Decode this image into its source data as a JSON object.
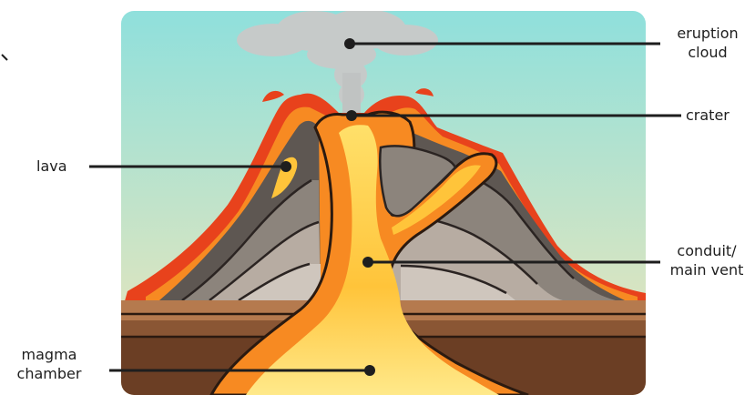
{
  "diagram": {
    "labels": {
      "eruption_cloud": [
        "eruption",
        "cloud"
      ],
      "crater": "crater",
      "lava": "lava",
      "conduit": [
        "conduit/",
        "main vent"
      ],
      "magma_chamber": [
        "magma",
        "chamber"
      ]
    },
    "colors": {
      "sky_top": "#8fe0dc",
      "sky_bottom": "#f2e6b8",
      "rock_dark": "#5e5752",
      "rock_mid": "#8c847c",
      "rock_light": "#b7aca2",
      "lava_outer": "#e8421c",
      "lava_mid": "#f78a22",
      "lava_core": "#ffd54a",
      "ground_top": "#b57a4e",
      "ground_mid": "#8a5634",
      "ground_deep": "#6b3e24",
      "line": "#1e1e1e",
      "smoke": "#c8c8c8"
    }
  }
}
